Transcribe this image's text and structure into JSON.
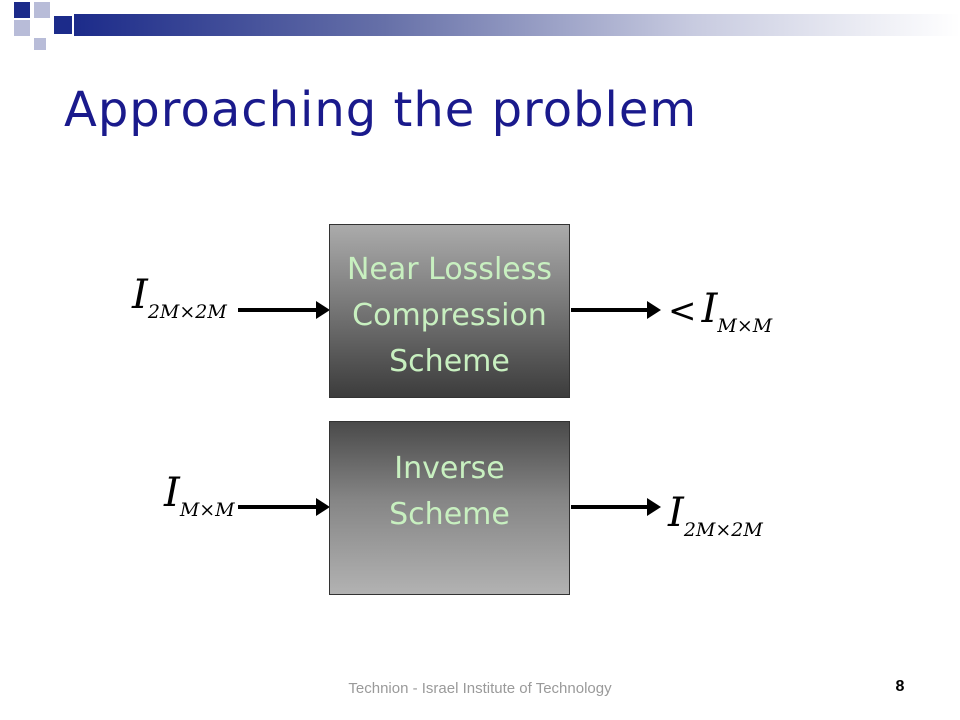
{
  "slide": {
    "title": "Approaching the problem",
    "footer": "Technion - Israel Institute of Technology",
    "page_number": "8",
    "colors": {
      "title": "#1a1a8c",
      "accent": "#1c2b8a",
      "box_text": "#c8f0c0"
    }
  },
  "diagram": {
    "block1": {
      "lines": [
        "Near Lossless",
        "Compression",
        "Scheme"
      ],
      "input": {
        "symbol": "I",
        "subscript": "2M×2M"
      },
      "output": {
        "prefix": "<",
        "symbol": "I",
        "subscript": "M×M"
      }
    },
    "block2": {
      "lines": [
        "Inverse",
        "Scheme"
      ],
      "input": {
        "symbol": "I",
        "subscript": "M×M"
      },
      "output": {
        "symbol": "I",
        "subscript": "2M×2M"
      }
    }
  }
}
